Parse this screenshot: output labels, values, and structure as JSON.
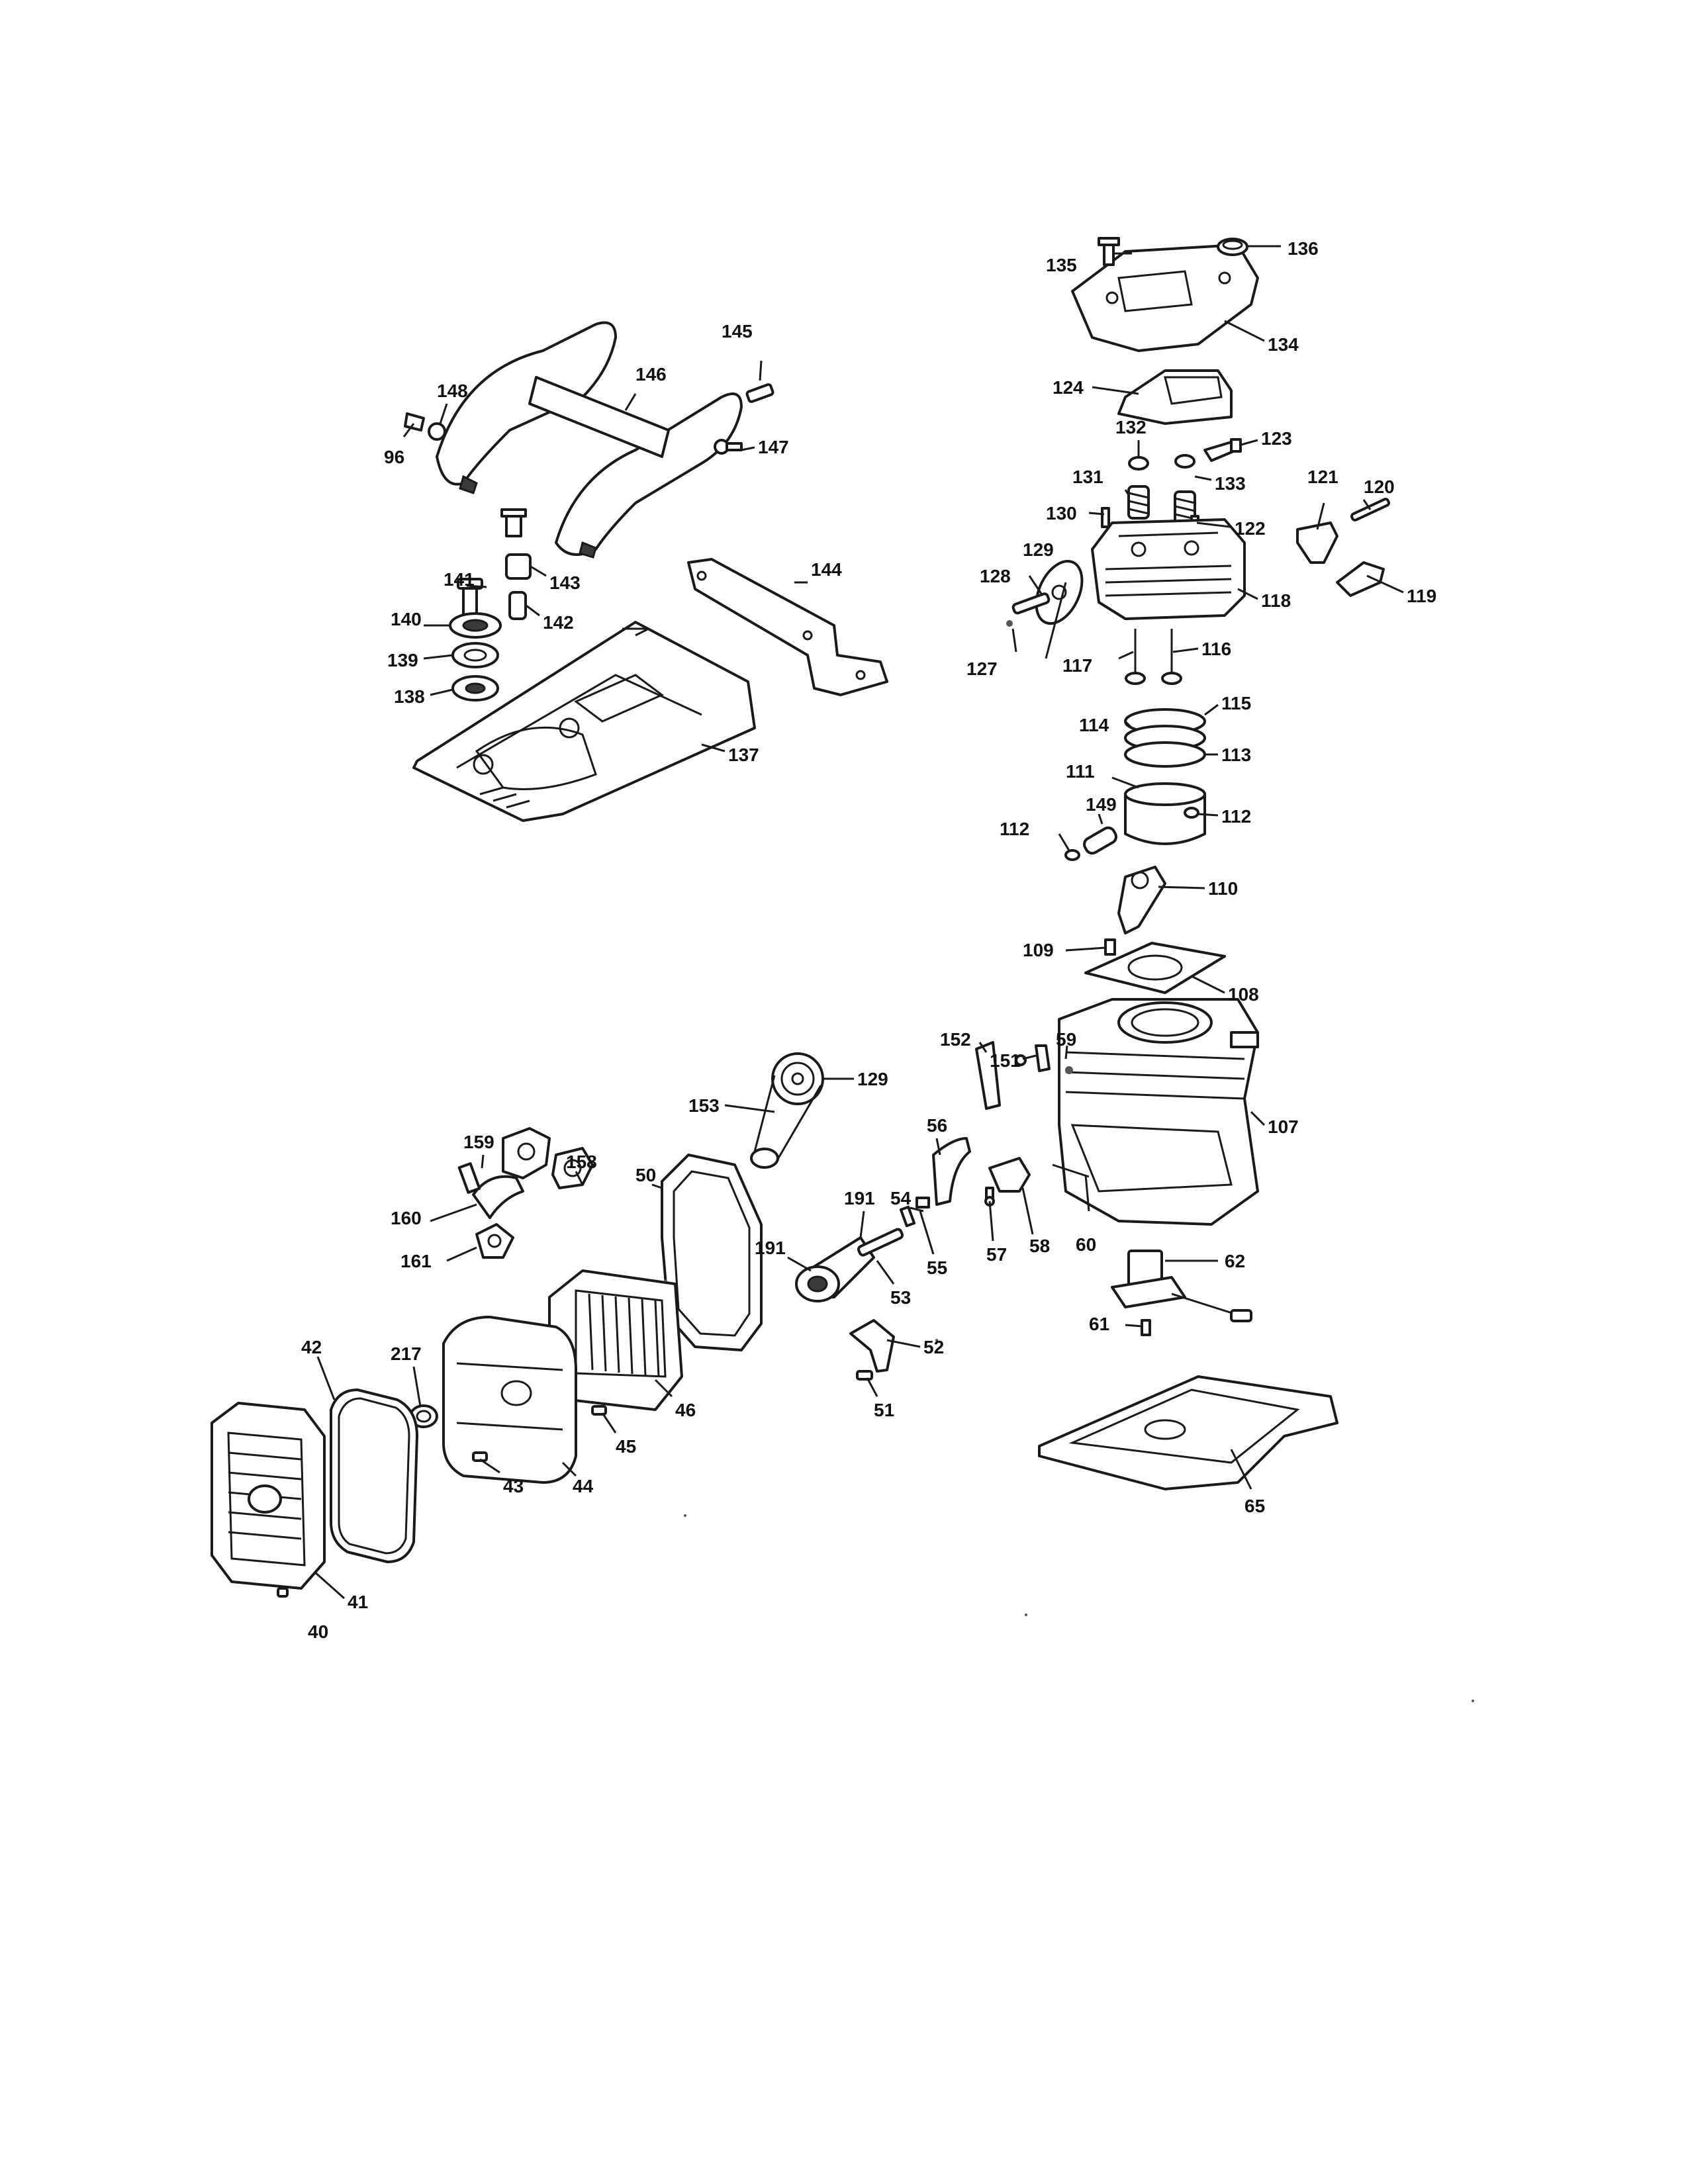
{
  "diagram": {
    "labels": {
      "l40": "40",
      "l41": "41",
      "l42": "42",
      "l43": "43",
      "l44": "44",
      "l45": "45",
      "l46": "46",
      "l50": "50",
      "l51": "51",
      "l52": "52",
      "l53": "53",
      "l54": "54",
      "l55": "55",
      "l56": "56",
      "l57": "57",
      "l58": "58",
      "l59": "59",
      "l60": "60",
      "l61": "61",
      "l62": "62",
      "l65": "65",
      "l96": "96",
      "l107": "107",
      "l108": "108",
      "l109": "109",
      "l110": "110",
      "l111": "111",
      "l112a": "112",
      "l112b": "112",
      "l113": "113",
      "l114": "114",
      "l115": "115",
      "l116": "116",
      "l117": "117",
      "l118": "118",
      "l119": "119",
      "l120": "120",
      "l121": "121",
      "l122": "122",
      "l123": "123",
      "l124": "124",
      "l127": "127",
      "l128": "128",
      "l129a": "129",
      "l129b": "129",
      "l130": "130",
      "l131": "131",
      "l132": "132",
      "l133": "133",
      "l134": "134",
      "l135": "135",
      "l136": "136",
      "l137": "137",
      "l138": "138",
      "l139": "139",
      "l140": "140",
      "l141": "141",
      "l142": "142",
      "l143": "143",
      "l144": "144",
      "l145": "145",
      "l146": "146",
      "l147": "147",
      "l148": "148",
      "l149": "149",
      "l152": "152",
      "l151": "151",
      "l153": "153",
      "l158": "158",
      "l159": "159",
      "l160": "160",
      "l161": "161",
      "l191a": "191",
      "l191b": "191",
      "l217": "217"
    }
  }
}
